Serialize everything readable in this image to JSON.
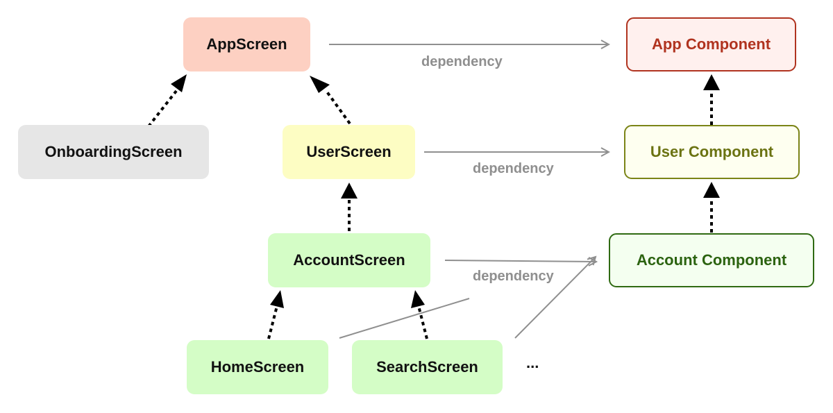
{
  "screens": {
    "app": "AppScreen",
    "onboarding": "OnboardingScreen",
    "user": "UserScreen",
    "account": "AccountScreen",
    "home": "HomeScreen",
    "search": "SearchScreen"
  },
  "components": {
    "app": "App Component",
    "user": "User Component",
    "account": "Account Component"
  },
  "edge_labels": {
    "app": "dependency",
    "user": "dependency",
    "account": "dependency"
  },
  "more": "...",
  "colors": {
    "app_screen_fill": "#fdd0c2",
    "onboarding_fill": "#e6e6e6",
    "user_screen_fill": "#fdfdc3",
    "leaf_screen_fill": "#d4fdc6",
    "app_component_fill": "#fff0ee",
    "app_component_border": "#b0331f",
    "user_component_fill": "#fefff0",
    "user_component_border": "#7b8417",
    "account_component_fill": "#f4fff0",
    "account_component_border": "#2f6a12",
    "dependency_line": "#8f8f8f",
    "scope_arrow": "#000000"
  }
}
